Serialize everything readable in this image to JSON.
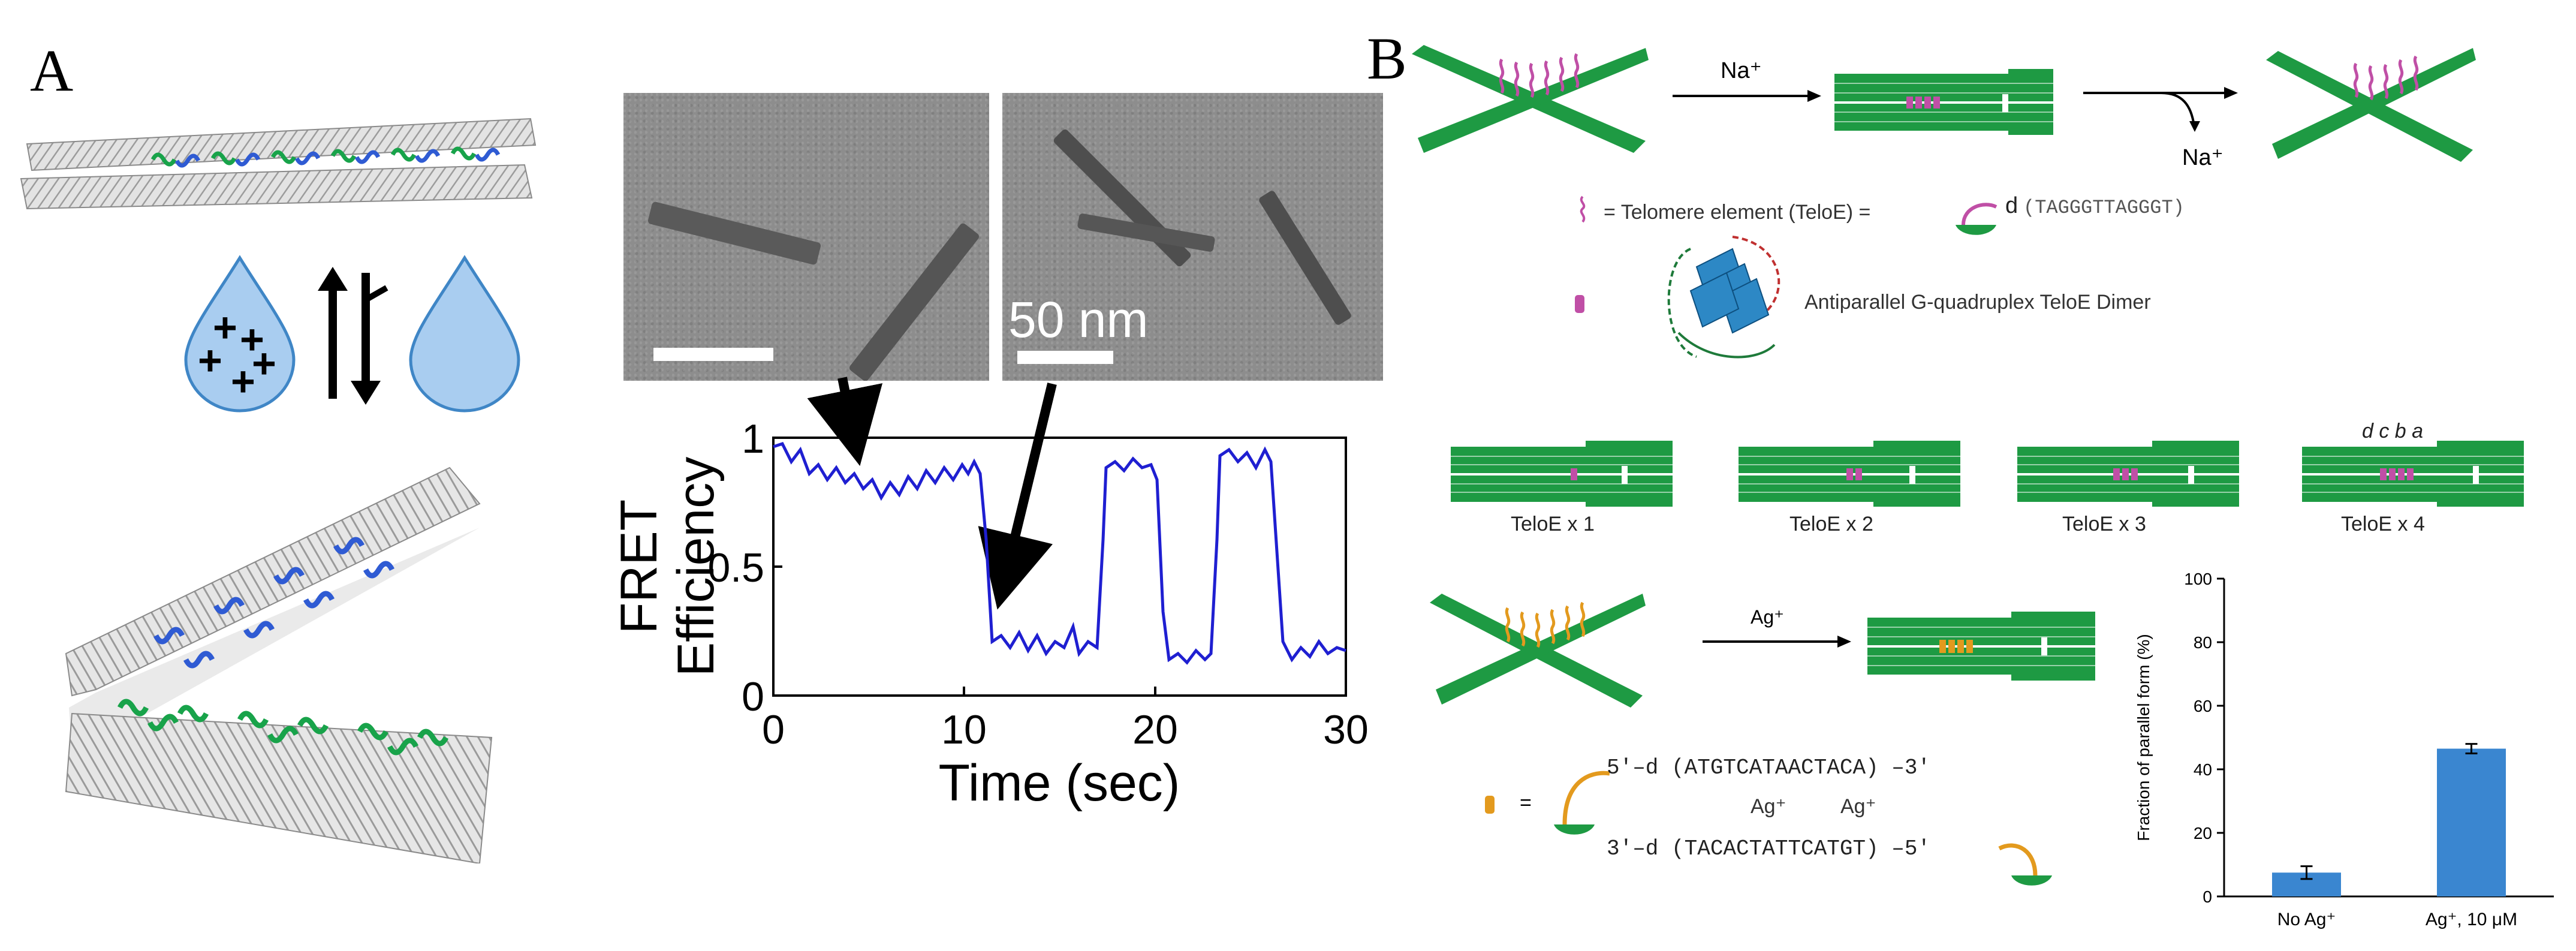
{
  "panel_a": {
    "letter": "A",
    "tem_scale_label": "50 nm",
    "trace": {
      "ylabel_line1": "FRET",
      "ylabel_line2": "Efficiency",
      "xlabel": "Time (sec)",
      "y_ticks": [
        "0",
        "0.5",
        "1"
      ],
      "x_ticks": [
        "0",
        "10",
        "20",
        "30"
      ],
      "line_color": "#1f1fd1"
    },
    "colors": {
      "strand_green": "#16a34a",
      "strand_blue": "#2f5bd3",
      "drop": "#a9cdf0"
    }
  },
  "panel_b": {
    "letter": "B",
    "na_label_1": "Na⁺",
    "na_label_2": "Na⁺",
    "telomere_legend": "= Telomere element (TeloE) =",
    "telomere_seq_prefix": "d",
    "telomere_seq": "(TAGGGTTAGGGT)",
    "quadruplex_legend": "Antiparallel G-quadruplex TeloE Dimer",
    "variants": [
      "TeloE x 1",
      "TeloE x 2",
      "TeloE x 3",
      "TeloE x 4"
    ],
    "site_letters": "d c b a",
    "ag_label": "Ag⁺",
    "equals": "=",
    "strand_top": "5′–d (ATGTCATAACTACA) –3′",
    "strand_bottom": "3′–d (TACACTATTCATGT) –5′",
    "ag_pair_1": "Ag⁺",
    "ag_pair_2": "Ag⁺",
    "colors": {
      "origami_green": "#1e9a43",
      "telo_pink": "#c04fa6",
      "ag_orange": "#e39a1e",
      "bar_blue": "#3a86d0"
    }
  },
  "chart_data": {
    "type": "bar",
    "ylabel": "Fraction of parallel form (%)",
    "categories": [
      "No Ag⁺",
      "Ag⁺, 10 μM"
    ],
    "values": [
      7.5,
      46.5
    ],
    "errors": [
      2,
      1.5
    ],
    "ylim": [
      0,
      100
    ],
    "y_ticks": [
      "0",
      "20",
      "40",
      "60",
      "80",
      "100"
    ]
  }
}
